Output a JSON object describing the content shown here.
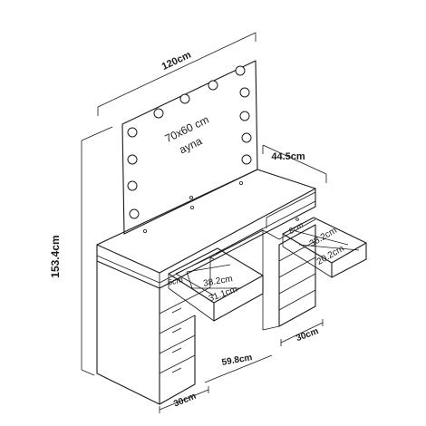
{
  "dimensions": {
    "total_width": "120cm",
    "total_height": "153.4cm",
    "depth": "44.5cm",
    "left_cabinet_width": "30cm",
    "middle_gap": "59.8cm",
    "right_cabinet_width": "30cm"
  },
  "mirror": {
    "size": "70x60 cm",
    "label": "ayna"
  },
  "left_drawer": {
    "height": "6cm",
    "inner_depth": "38.2cm",
    "inner_width": "31.1cm"
  },
  "right_drawer": {
    "height": "8cm",
    "inner_depth": "38.2cm",
    "inner_width": "20.2cm"
  }
}
